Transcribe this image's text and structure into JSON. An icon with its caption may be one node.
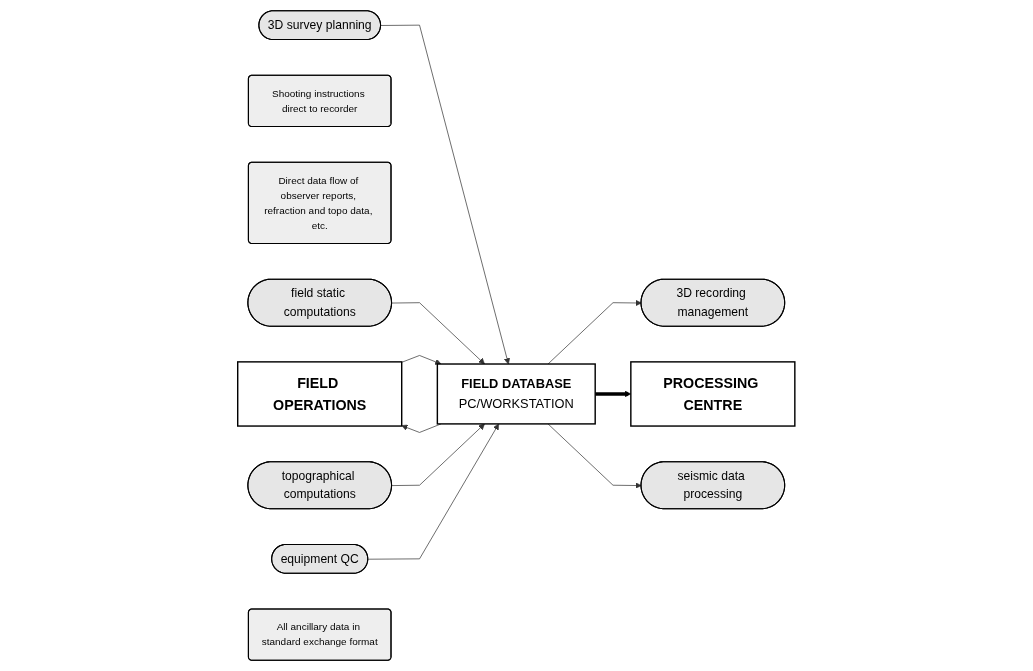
{
  "diagram": {
    "nodes": [
      {
        "text": [
          "FIELD OPERATIONS"
        ]
      },
      {
        "text": [
          "Shooting instructions direct to recorder"
        ]
      },
      {
        "text": [
          "Direct data flow of observer reports, refraction and topo data, etc."
        ]
      },
      {
        "text": [
          "3D survey planning"
        ]
      },
      {
        "text": [
          "FIELD DATABASE",
          "PC/WORKSTATION"
        ]
      },
      {
        "text": [
          "3D recording management"
        ]
      },
      {
        "text": [
          "field static computations"
        ]
      },
      {
        "text": [
          "topographical computations"
        ]
      },
      {
        "text": [
          "equipment QC"
        ]
      },
      {
        "text": [
          "All ancillary data in standard exchange format"
        ]
      },
      {
        "text": [
          "seismic data processing"
        ]
      },
      {
        "text": [
          "PROCESSING CENTRE"
        ]
      }
    ],
    "edges": [
      {
        "from": 4,
        "to": 0,
        "arrow": "to"
      },
      {
        "from": 0,
        "to": 4,
        "arrow": "to"
      },
      {
        "from": 3,
        "to": 4,
        "arrow": "to"
      },
      {
        "from": 4,
        "to": 5,
        "arrow": "to"
      },
      {
        "from": 6,
        "to": 4,
        "arrow": "to"
      },
      {
        "from": 7,
        "to": 4,
        "arrow": "to"
      },
      {
        "from": 8,
        "to": 4,
        "arrow": "to"
      },
      {
        "from": 4,
        "to": 11,
        "arrow": "to",
        "style": "thick"
      },
      {
        "from": 4,
        "to": 10,
        "arrow": "to"
      }
    ]
  }
}
